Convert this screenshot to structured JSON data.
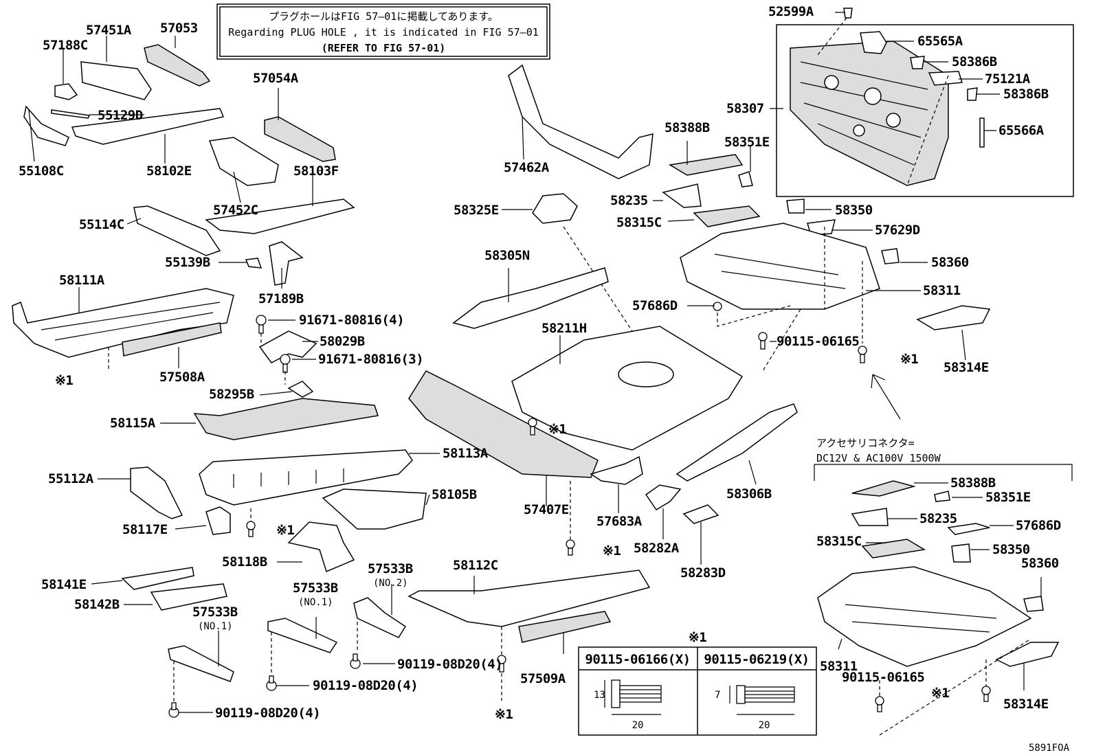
{
  "notice": {
    "line1": "プラグホールはFIG 57―01に掲載してあります。",
    "line2": "Regarding  PLUG  HOLE , it is indicated in FIG  57―01",
    "line3": "(REFER TO FIG 57-01)"
  },
  "labels": {
    "p57451A": "57451A",
    "p57053": "57053",
    "p57188C": "57188C",
    "p55129D": "55129D",
    "p55108C": "55108C",
    "p58102E": "58102E",
    "p57054A": "57054A",
    "p58103F": "58103F",
    "p57452C": "57452C",
    "p55114C": "55114C",
    "p55139B": "55139B",
    "p57189B": "57189B",
    "p58111A": "58111A",
    "p91671a": "91671-80816(4)",
    "p58029B": "58029B",
    "p91671b": "91671-80816(3)",
    "p57508A": "57508A",
    "p58295B": "58295B",
    "p58115A": "58115A",
    "p58113A": "58113A",
    "p55112A": "55112A",
    "p58105B": "58105B",
    "p58117E": "58117E",
    "p58118B": "58118B",
    "p58141E": "58141E",
    "p58142B": "58142B",
    "p57533B_no2": "57533B",
    "no2": "(NO.2)",
    "p57533B_no1a": "57533B",
    "no1a": "(NO.1)",
    "p57533B_no1b": "57533B",
    "no1b": "(NO.1)",
    "p58112C": "58112C",
    "p90119a": "90119-08D20(4)",
    "p90119b": "90119-08D20(4)",
    "p90119c": "90119-08D20(4)",
    "p57509A": "57509A",
    "p57462A": "57462A",
    "p58325E": "58325E",
    "p58305N": "58305N",
    "p58211H": "58211H",
    "p57407E": "57407E",
    "p57683A": "57683A",
    "p58282A": "58282A",
    "p58283D": "58283D",
    "p58306B": "58306B",
    "p58388B": "58388B",
    "p58351E": "58351E",
    "p58235": "58235",
    "p58315C": "58315C",
    "p57686D": "57686D",
    "p58350": "58350",
    "p57629D": "57629D",
    "p58360": "58360",
    "p58311": "58311",
    "p90115a": "90115-06165",
    "p58314E": "58314E",
    "p52599A": "52599A",
    "p65565A": "65565A",
    "p58386B_1": "58386B",
    "p75121A": "75121A",
    "p58386B_2": "58386B",
    "p58307": "58307",
    "p65566A": "65566A",
    "r58388B": "58388B",
    "r58351E": "58351E",
    "r58235": "58235",
    "r57686D": "57686D",
    "r58315C": "58315C",
    "r58350": "58350",
    "r58360": "58360",
    "r58311": "58311",
    "r90115": "90115-06165",
    "r58314E": "58314E",
    "ref1": "※1",
    "ref2": "※1",
    "ref3": "※1",
    "ref4": "※1",
    "ref5": "※1",
    "ref6": "※1",
    "ref7": "※1",
    "ref8": "※1"
  },
  "accessory": {
    "line1": "アクセサリコネクタ=",
    "line2": "DC12V  &  AC100V  1500W"
  },
  "bolt_table": {
    "marker": "※1",
    "col1": "90115-06166(X)",
    "col2": "90115-06219(X)",
    "dim_h1": "13",
    "dim_w1": "20",
    "dim_h2": "7",
    "dim_w2": "20"
  },
  "figure_code": "5891FOA"
}
